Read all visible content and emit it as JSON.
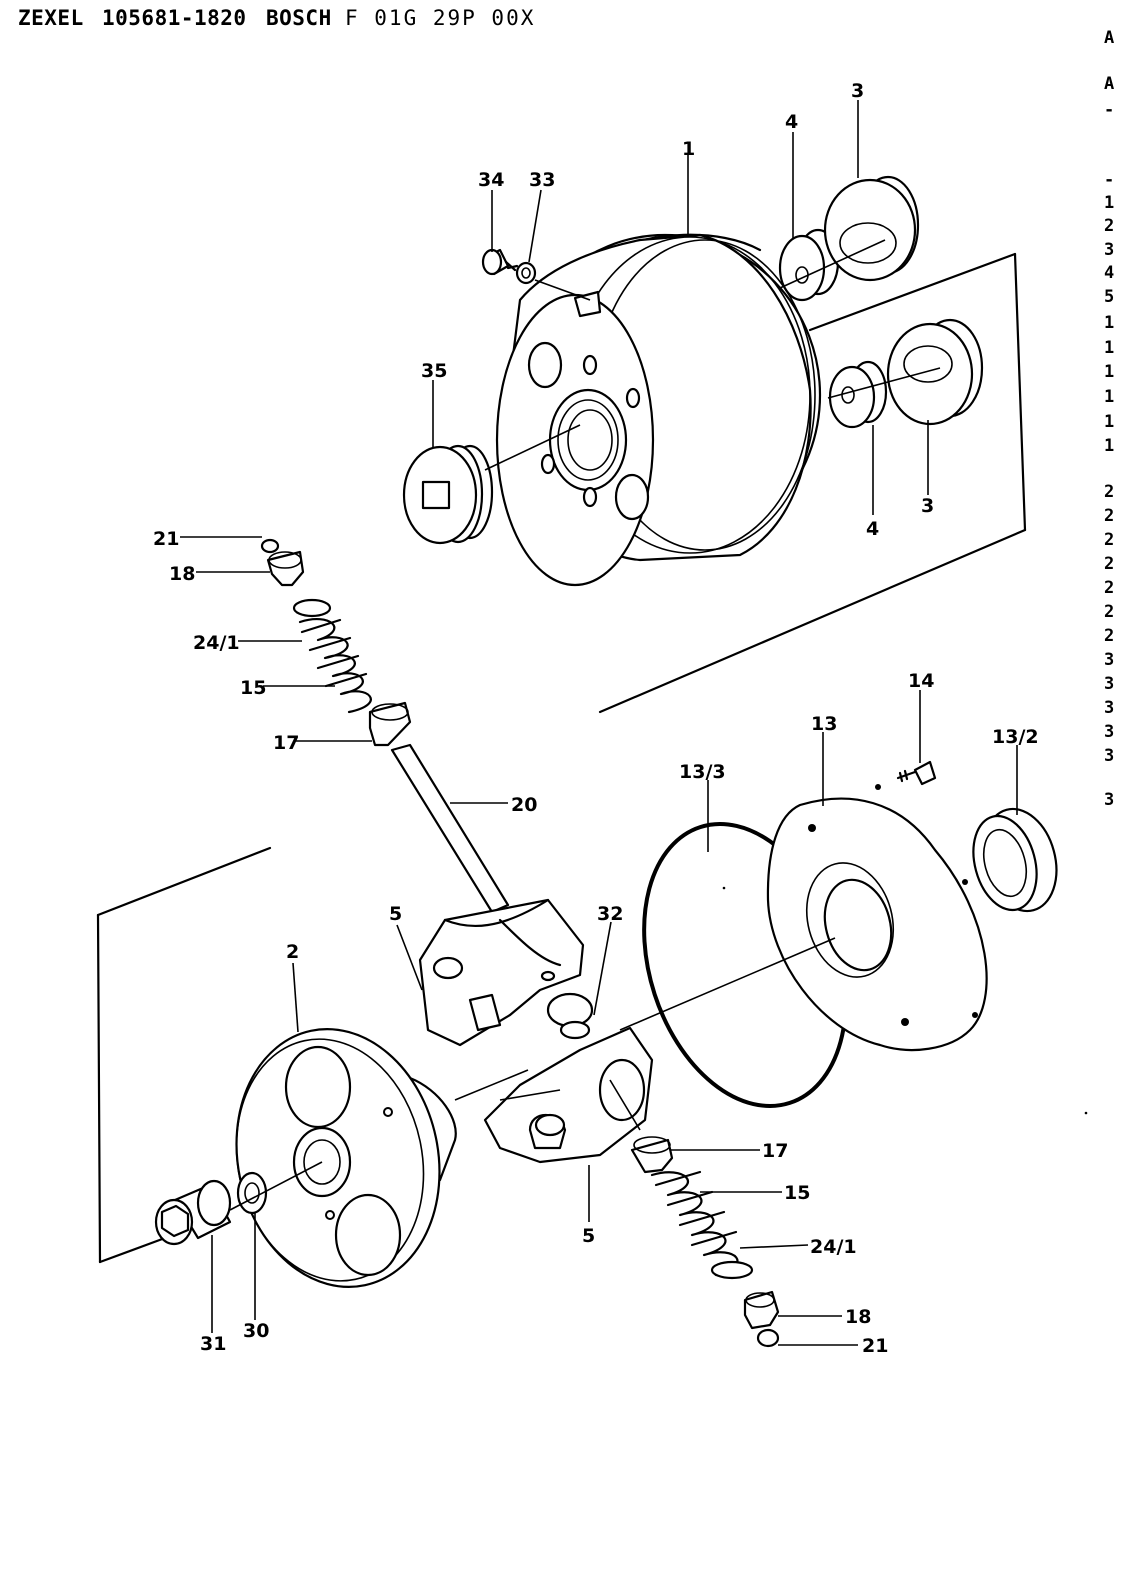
{
  "header": {
    "brand": "ZEXEL",
    "zexel_number": "105681-1820",
    "manufacturer": "BOSCH",
    "bosch_number": "F 01G 29P 00X"
  },
  "margin_chars": [
    "A",
    "A",
    "-",
    "-",
    "1",
    "2",
    "3",
    "4",
    "5",
    "1",
    "1",
    "1",
    "1",
    "1",
    "1",
    "2",
    "2",
    "2",
    "2",
    "2",
    "2",
    "2",
    "3",
    "3",
    "3",
    "3",
    "3",
    "3"
  ],
  "callouts": {
    "c1": "1",
    "c3a": "3",
    "c4a": "4",
    "c34": "34",
    "c33": "33",
    "c35": "35",
    "c4b": "4",
    "c3b": "3",
    "c21a": "21",
    "c18a": "18",
    "c24_1a": "24/1",
    "c15a": "15",
    "c17a": "17",
    "c20": "20",
    "c14": "14",
    "c13": "13",
    "c13_2": "13/2",
    "c13_3": "13/3",
    "c5a": "5",
    "c32": "32",
    "c2": "2",
    "c17b": "17",
    "c15b": "15",
    "c5b": "5",
    "c24_1b": "24/1",
    "c18b": "18",
    "c21b": "21",
    "c31": "31",
    "c30": "30"
  }
}
